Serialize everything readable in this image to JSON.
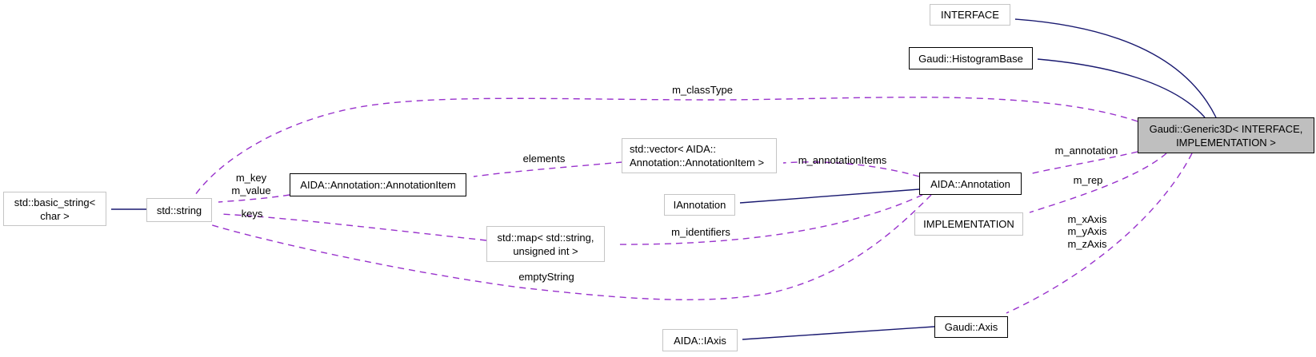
{
  "diagram": {
    "type": "doxygen-collaboration-graph",
    "colors": {
      "background": "#ffffff",
      "inheritance_edge": "#191970",
      "usage_edge": "#9932cc",
      "main_node_fill": "#bfbfbf",
      "node_fill": "#ffffff",
      "dark_node_border": "#000000",
      "light_node_border": "#c5c5c5",
      "text": "#000000"
    },
    "nodes": {
      "interface": {
        "label": "INTERFACE"
      },
      "histogram_base": {
        "label": "Gaudi::HistogramBase"
      },
      "generic3d": {
        "label": "Gaudi::Generic3D< INTERFACE,\nIMPLEMENTATION >"
      },
      "basic_string": {
        "label": "std::basic_string<\nchar >"
      },
      "std_string": {
        "label": "std::string"
      },
      "annotation_item": {
        "label": "AIDA::Annotation::AnnotationItem"
      },
      "vector_annotation_item": {
        "label": "std::vector< AIDA::\nAnnotation::AnnotationItem >"
      },
      "iannotation": {
        "label": "IAnnotation"
      },
      "annotation": {
        "label": "AIDA::Annotation"
      },
      "implementation": {
        "label": "IMPLEMENTATION"
      },
      "map_string_uint": {
        "label": "std::map< std::string,\nunsigned int >"
      },
      "iaxis": {
        "label": "AIDA::IAxis"
      },
      "axis": {
        "label": "Gaudi::Axis"
      }
    },
    "edge_labels": {
      "m_classType": "m_classType",
      "m_annotation": "m_annotation",
      "m_rep": "m_rep",
      "axes": "m_xAxis\nm_yAxis\nm_zAxis",
      "m_annotationItems": "m_annotationItems",
      "elements": "elements",
      "key_value": "m_key\nm_value",
      "keys": "keys",
      "m_identifiers": "m_identifiers",
      "emptyString": "emptyString"
    }
  }
}
